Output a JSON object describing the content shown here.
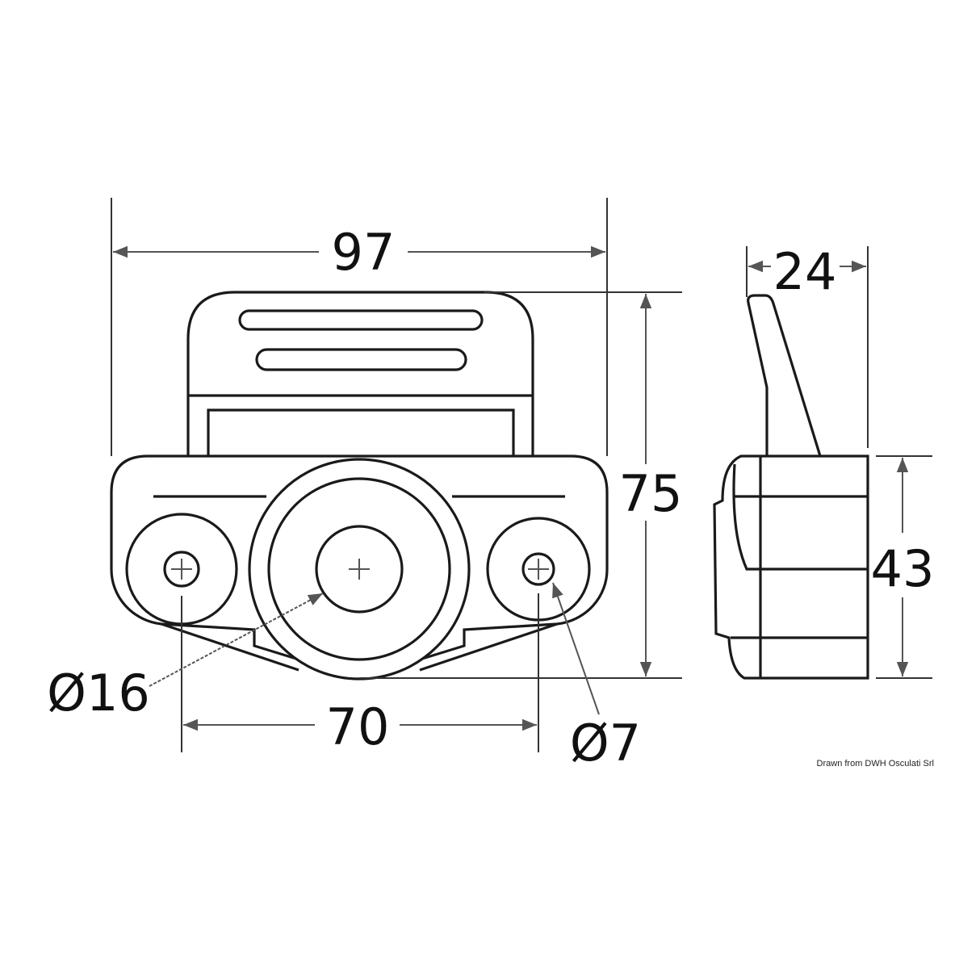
{
  "drawing": {
    "dimensions": {
      "overall_width": "97",
      "overall_height": "75",
      "hole_spacing": "70",
      "center_hole_diameter": "Ø16",
      "mounting_hole_diameter": "Ø7",
      "side_depth": "24",
      "side_height": "43"
    },
    "credit": "Drawn from DWH Osculati Srl",
    "line_color": "#1a1a1a",
    "background": "#ffffff"
  }
}
